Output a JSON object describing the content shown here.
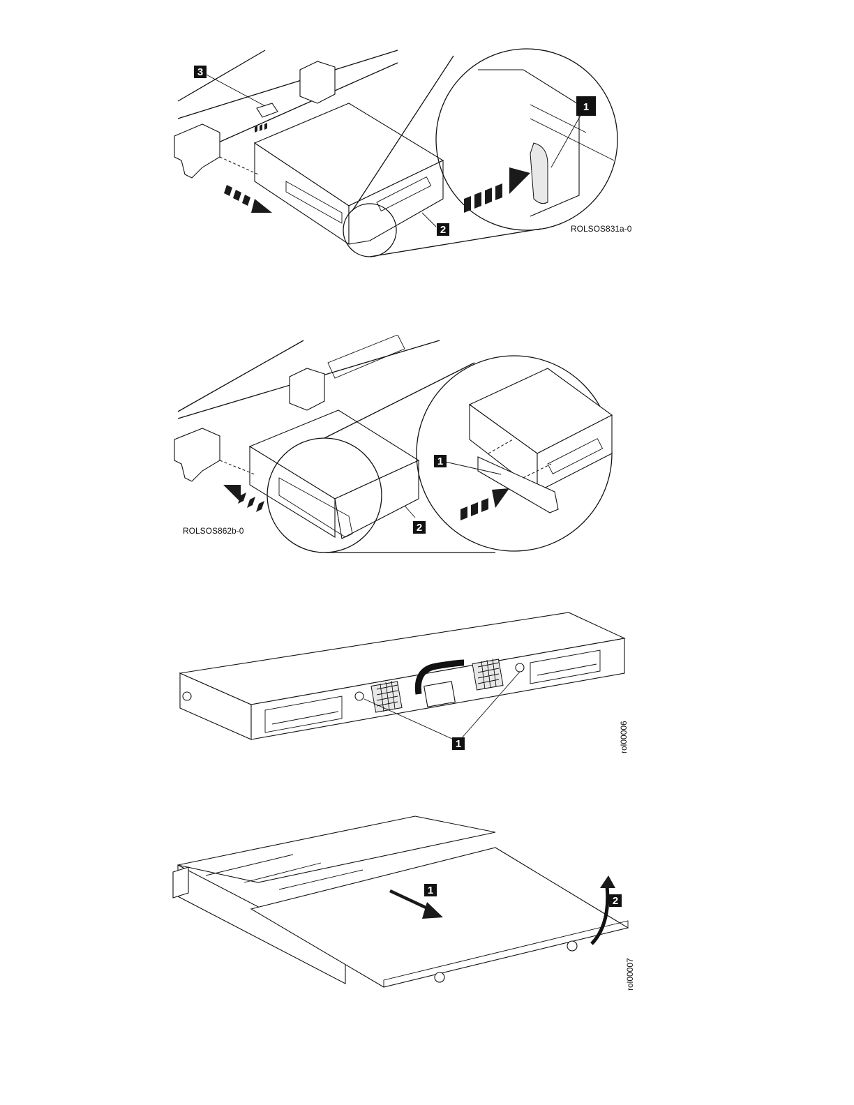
{
  "figures": [
    {
      "id_label": "ROLSOS831a-0",
      "callouts": [
        "1",
        "2",
        "3"
      ]
    },
    {
      "id_label": "ROLSOS862b-0",
      "callouts": [
        "1",
        "2"
      ]
    },
    {
      "id_label": "rol00006",
      "callouts": [
        "1"
      ]
    },
    {
      "id_label": "rol00007",
      "callouts": [
        "1",
        "2"
      ]
    }
  ]
}
